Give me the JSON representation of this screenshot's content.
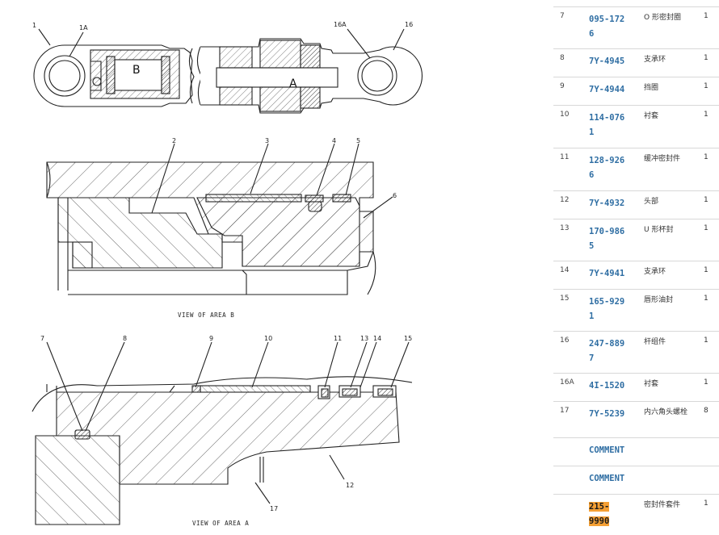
{
  "diagram": {
    "callouts": {
      "c1": "1",
      "c1a": "1A",
      "c16a": "16A",
      "c16": "16",
      "c2": "2",
      "c3": "3",
      "c4": "4",
      "c5": "5",
      "c6": "6",
      "c7": "7",
      "c8": "8",
      "c9": "9",
      "c10": "10",
      "c11": "11",
      "c12": "12",
      "c13": "13",
      "c14": "14",
      "c15": "15",
      "c17": "17",
      "letter_a": "A",
      "letter_b": "B"
    },
    "caption_b": "VIEW OF AREA B",
    "caption_a": "VIEW OF AREA A"
  },
  "parts": [
    {
      "item": "7",
      "part": "095-1726",
      "desc": "O 形密封圈",
      "qty": "1"
    },
    {
      "item": "8",
      "part": "7Y-4945",
      "desc": "支承环",
      "qty": "1"
    },
    {
      "item": "9",
      "part": "7Y-4944",
      "desc": "挡圈",
      "qty": "1"
    },
    {
      "item": "10",
      "part": "114-0761",
      "desc": "衬套",
      "qty": "1"
    },
    {
      "item": "11",
      "part": "128-9266",
      "desc": "缓冲密封件",
      "qty": "1"
    },
    {
      "item": "12",
      "part": "7Y-4932",
      "desc": "头部",
      "qty": "1"
    },
    {
      "item": "13",
      "part": "170-9865",
      "desc": "U 形杯封",
      "qty": "1"
    },
    {
      "item": "14",
      "part": "7Y-4941",
      "desc": "支承环",
      "qty": "1"
    },
    {
      "item": "15",
      "part": "165-9291",
      "desc": "唇形油封",
      "qty": "1"
    },
    {
      "item": "16",
      "part": "247-8897",
      "desc": "杆组件",
      "qty": "1"
    },
    {
      "item": "16A",
      "part": "4I-1520",
      "desc": "衬套",
      "qty": "1"
    },
    {
      "item": "17",
      "part": "7Y-5239",
      "desc": "内六角头螺栓",
      "qty": "8"
    }
  ],
  "comments": [
    "COMMENT",
    "COMMENT"
  ],
  "kit": {
    "part_line1": "215-",
    "part_line2": "9990",
    "desc": "密封件套件",
    "qty": "1"
  },
  "colors": {
    "link": "#2f6ea3",
    "highlight": "#f5a034"
  }
}
